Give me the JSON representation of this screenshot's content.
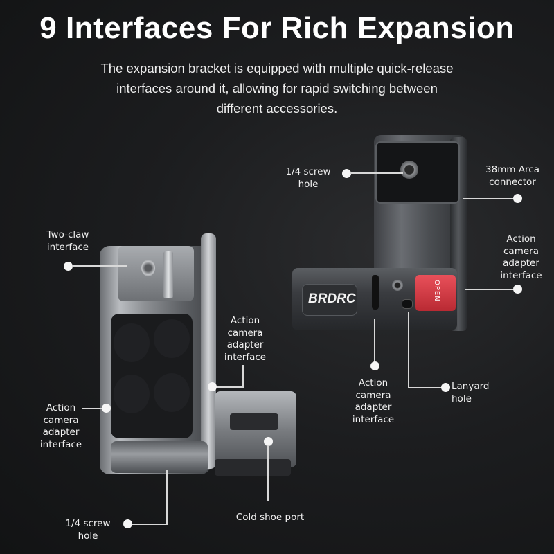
{
  "header": {
    "title": "9 Interfaces For Rich Expansion",
    "subtitle_lines": [
      "The expansion bracket is equipped with multiple quick-release",
      "interfaces around it, allowing for rapid switching between",
      "different accessories."
    ]
  },
  "product_right": {
    "brand": "BRDRC",
    "release_button_text": "OPEN",
    "release_button_color": "#d93a44"
  },
  "callouts": {
    "right_screw_hole": [
      "1/4 screw",
      "hole"
    ],
    "arca_connector": [
      "38mm Arca",
      "connector"
    ],
    "right_side_adapter": [
      "Action",
      "camera",
      "adapter",
      "interface"
    ],
    "right_bottom_adapter": [
      "Action",
      "camera",
      "adapter",
      "interface"
    ],
    "lanyard_hole": [
      "Lanyard",
      "hole"
    ],
    "two_claw": [
      "Two-claw",
      "interface"
    ],
    "left_mid_adapter": [
      "Action",
      "camera",
      "adapter",
      "interface"
    ],
    "left_side_adapter": [
      "Action",
      "camera",
      "adapter",
      "interface"
    ],
    "left_screw_hole": [
      "1/4 screw",
      "hole"
    ],
    "cold_shoe": [
      "Cold shoe port"
    ]
  },
  "colors": {
    "background": "#1c1d1f",
    "text": "#ffffff",
    "callout_line": "#d8d8d8",
    "accent_red": "#d93a44"
  }
}
